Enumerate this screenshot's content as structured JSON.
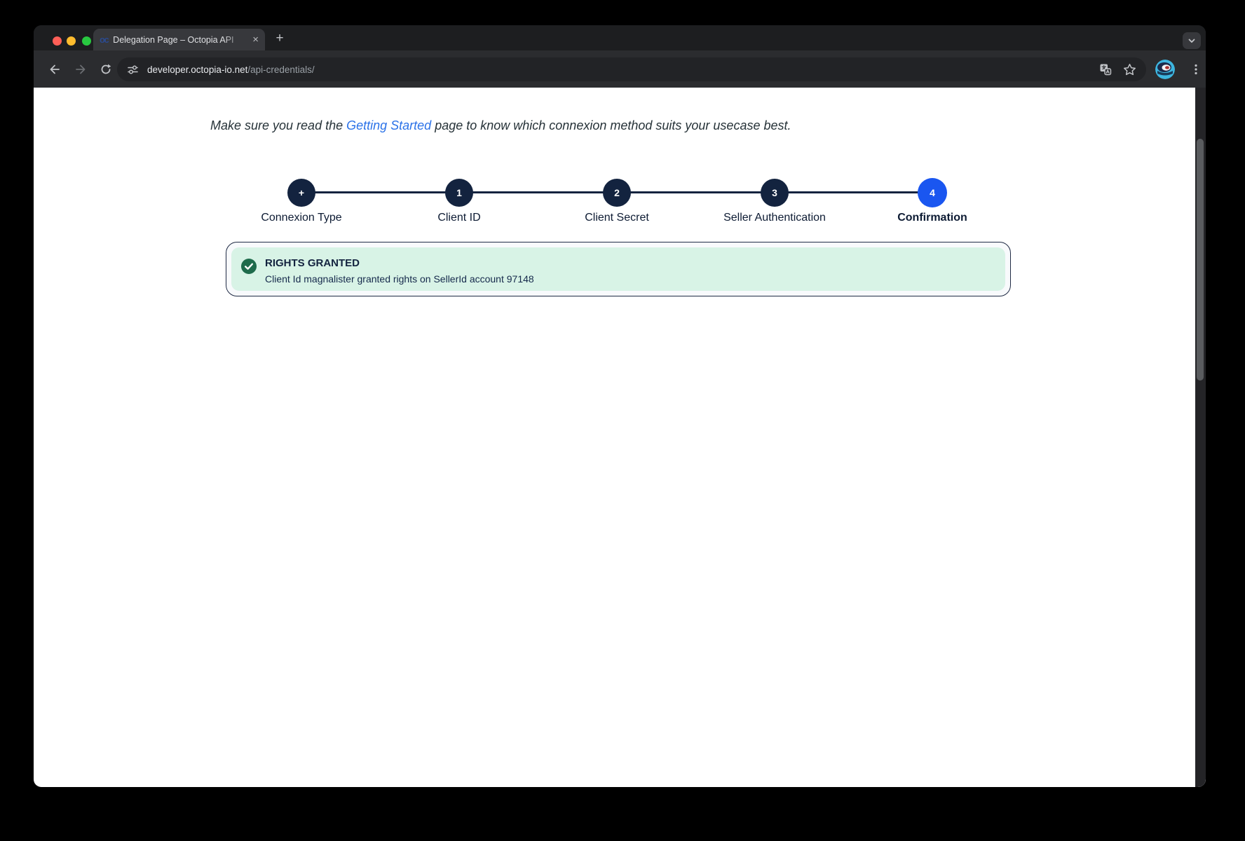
{
  "browser": {
    "window_controls": [
      "close",
      "minimize",
      "zoom"
    ],
    "tab": {
      "title": "Delegation Page – Octopia API",
      "favicon": "octopia-logo-icon",
      "close_label": "×"
    },
    "newtab_label": "+",
    "url": {
      "host": "developer.octopia-io.net",
      "path": "/api-credentials/"
    },
    "icons": [
      "back-icon",
      "forward-icon",
      "reload-icon",
      "site-settings-icon",
      "translate-icon",
      "bookmark-star-icon",
      "profile-avatar",
      "menu-dots-icon",
      "tab-search-chevron-icon"
    ]
  },
  "page": {
    "intro": {
      "pre": "Make sure you read the ",
      "link": "Getting Started",
      "post": " page to know which connexion method suits your usecase best."
    },
    "stepper": {
      "steps": [
        {
          "number": "+",
          "label": "Connexion Type",
          "state": "done"
        },
        {
          "number": "1",
          "label": "Client ID",
          "state": "done"
        },
        {
          "number": "2",
          "label": "Client Secret",
          "state": "done"
        },
        {
          "number": "3",
          "label": "Seller Authentication",
          "state": "done"
        },
        {
          "number": "4",
          "label": "Confirmation",
          "state": "active"
        }
      ]
    },
    "alert": {
      "title": "RIGHTS GRANTED",
      "message": "Client Id magnalister granted rights on SellerId account 97148"
    }
  },
  "colors": {
    "step_navy": "#13233f",
    "step_active_blue": "#1a56f0",
    "link_blue": "#2b72e8",
    "success_bg": "#d8f3e6",
    "success_icon_green": "#1e6b4b",
    "traffic_red": "#ff5f57",
    "traffic_yellow": "#febc2e",
    "traffic_green": "#28c840"
  }
}
